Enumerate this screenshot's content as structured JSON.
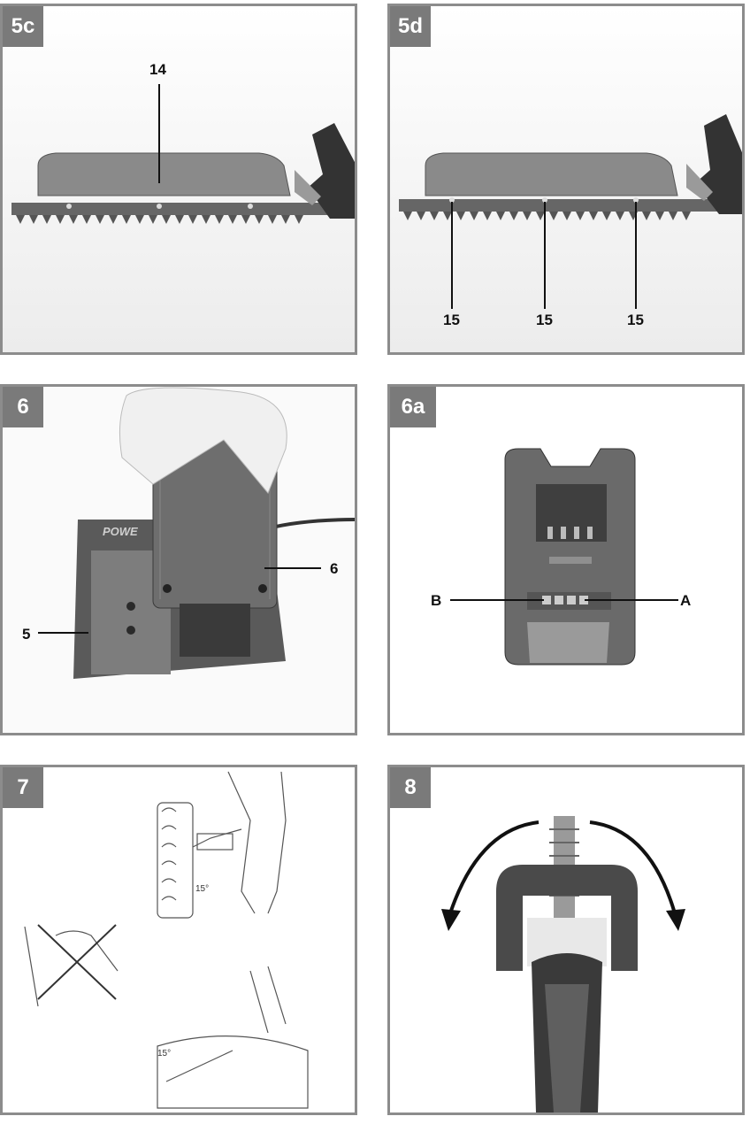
{
  "panels": {
    "p5c": {
      "tag": "5c",
      "callouts": [
        "14"
      ]
    },
    "p5d": {
      "tag": "5d",
      "callouts": [
        "15",
        "15",
        "15"
      ]
    },
    "p6": {
      "tag": "6",
      "callouts": [
        "6",
        "5"
      ],
      "charger_text": "POWE"
    },
    "p6a": {
      "tag": "6a",
      "callouts": [
        "B",
        "A"
      ]
    },
    "p7": {
      "tag": "7",
      "angle_top": "15°",
      "angle_bottom": "15°"
    },
    "p8": {
      "tag": "8"
    }
  }
}
